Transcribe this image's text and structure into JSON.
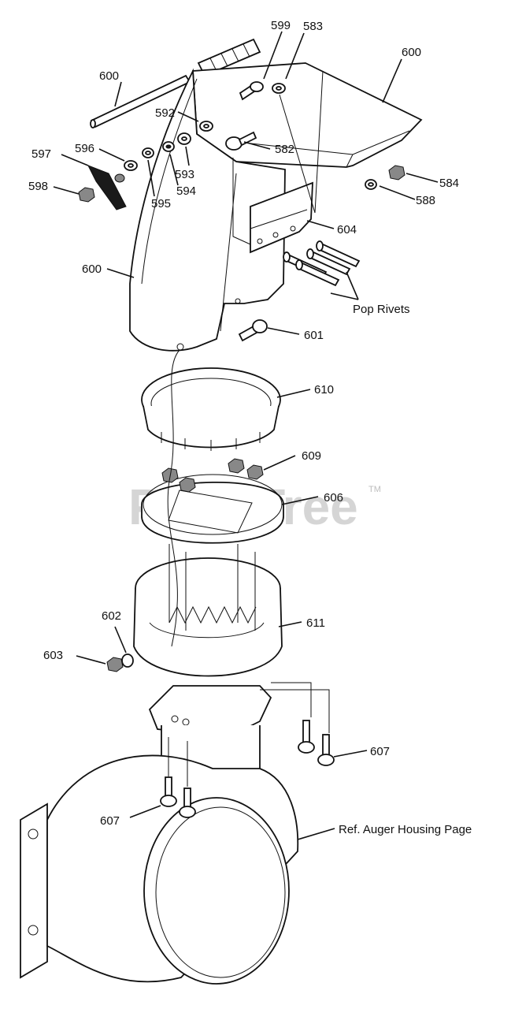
{
  "watermark": {
    "text": "PartsTree",
    "tm": "TM"
  },
  "parts": [
    {
      "id": "lbl-599",
      "text": "599"
    },
    {
      "id": "lbl-583",
      "text": "583"
    },
    {
      "id": "lbl-600a",
      "text": "600"
    },
    {
      "id": "lbl-600b",
      "text": "600"
    },
    {
      "id": "lbl-592",
      "text": "592"
    },
    {
      "id": "lbl-582",
      "text": "582"
    },
    {
      "id": "lbl-597",
      "text": "597"
    },
    {
      "id": "lbl-596",
      "text": "596"
    },
    {
      "id": "lbl-593",
      "text": "593"
    },
    {
      "id": "lbl-584",
      "text": "584"
    },
    {
      "id": "lbl-598",
      "text": "598"
    },
    {
      "id": "lbl-594",
      "text": "594"
    },
    {
      "id": "lbl-588",
      "text": "588"
    },
    {
      "id": "lbl-595",
      "text": "595"
    },
    {
      "id": "lbl-604",
      "text": "604"
    },
    {
      "id": "lbl-600c",
      "text": "600"
    },
    {
      "id": "lbl-601",
      "text": "601"
    },
    {
      "id": "lbl-610",
      "text": "610"
    },
    {
      "id": "lbl-609",
      "text": "609"
    },
    {
      "id": "lbl-606",
      "text": "606"
    },
    {
      "id": "lbl-602",
      "text": "602"
    },
    {
      "id": "lbl-611",
      "text": "611"
    },
    {
      "id": "lbl-603",
      "text": "603"
    },
    {
      "id": "lbl-607a",
      "text": "607"
    },
    {
      "id": "lbl-607b",
      "text": "607"
    }
  ],
  "notes": {
    "pop_rivets": "Pop Rivets",
    "ref_auger": "Ref. Auger Housing Page"
  }
}
